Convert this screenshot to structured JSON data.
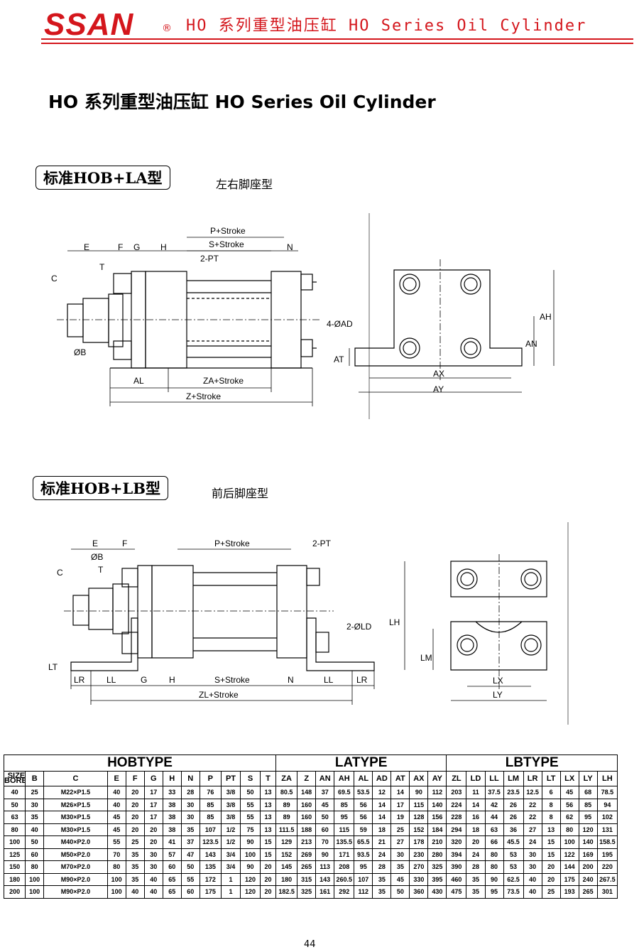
{
  "header": {
    "logo": "SSAN",
    "registered": "®",
    "title": "HO 系列重型油压缸  HO Series Oil Cylinder"
  },
  "page_title": "HO 系列重型油压缸  HO Series Oil Cylinder",
  "section_la": {
    "tag": "标准HOB+LA型",
    "subtitle": "左右脚座型"
  },
  "section_lb": {
    "tag": "标准HOB+LB型",
    "subtitle": "前后脚座型"
  },
  "diagram_la": {
    "labels": {
      "p_stroke": "P+Stroke",
      "s_stroke": "S+Stroke",
      "e": "E",
      "f": "F",
      "g": "G",
      "h": "H",
      "n": "N",
      "pt": "2-PT",
      "c": "C",
      "t": "T",
      "b": "ØB",
      "al": "AL",
      "za_stroke": "ZA+Stroke",
      "z_stroke": "Z+Stroke",
      "ad": "4-ØAD",
      "at": "AT",
      "an": "AN",
      "ah": "AH",
      "ax": "AX",
      "ay": "AY"
    }
  },
  "diagram_lb": {
    "labels": {
      "e": "E",
      "f": "F",
      "b": "ØB",
      "t": "T",
      "c": "C",
      "p_stroke": "P+Stroke",
      "pt": "2-PT",
      "ld": "2-ØLD",
      "lt": "LT",
      "lr": "LR",
      "ll": "LL",
      "g": "G",
      "h": "H",
      "s_stroke": "S+Stroke",
      "n": "N",
      "ll2": "LL",
      "lr2": "LR",
      "zl_stroke": "ZL+Stroke",
      "lh": "LH",
      "lm": "LM",
      "lx": "LX",
      "ly": "LY"
    }
  },
  "table": {
    "sections": [
      "HOBTYPE",
      "LATYPE",
      "LBTYPE"
    ],
    "size_label": "SIZE",
    "bore_label": "BORE",
    "hob_columns": [
      "B",
      "C",
      "E",
      "F",
      "G",
      "H",
      "N",
      "P",
      "PT",
      "S",
      "T"
    ],
    "la_columns": [
      "ZA",
      "Z",
      "AN",
      "AH",
      "AL",
      "AD",
      "AT",
      "AX",
      "AY"
    ],
    "lb_columns": [
      "ZL",
      "LD",
      "LL",
      "LM",
      "LR",
      "LT",
      "LX",
      "LY",
      "LH"
    ],
    "rows": [
      [
        "40",
        "25",
        "M22×P1.5",
        "40",
        "20",
        "17",
        "33",
        "28",
        "76",
        "3/8",
        "50",
        "13",
        "80.5",
        "148",
        "37",
        "69.5",
        "53.5",
        "12",
        "14",
        "90",
        "112",
        "203",
        "11",
        "37.5",
        "23.5",
        "12.5",
        "6",
        "45",
        "68",
        "78.5"
      ],
      [
        "50",
        "30",
        "M26×P1.5",
        "40",
        "20",
        "17",
        "38",
        "30",
        "85",
        "3/8",
        "55",
        "13",
        "89",
        "160",
        "45",
        "85",
        "56",
        "14",
        "17",
        "115",
        "140",
        "224",
        "14",
        "42",
        "26",
        "22",
        "8",
        "56",
        "85",
        "94"
      ],
      [
        "63",
        "35",
        "M30×P1.5",
        "45",
        "20",
        "17",
        "38",
        "30",
        "85",
        "3/8",
        "55",
        "13",
        "89",
        "160",
        "50",
        "95",
        "56",
        "14",
        "19",
        "128",
        "156",
        "228",
        "16",
        "44",
        "26",
        "22",
        "8",
        "62",
        "95",
        "102"
      ],
      [
        "80",
        "40",
        "M30×P1.5",
        "45",
        "20",
        "20",
        "38",
        "35",
        "107",
        "1/2",
        "75",
        "13",
        "111.5",
        "188",
        "60",
        "115",
        "59",
        "18",
        "25",
        "152",
        "184",
        "294",
        "18",
        "63",
        "36",
        "27",
        "13",
        "80",
        "120",
        "131"
      ],
      [
        "100",
        "50",
        "M40×P2.0",
        "55",
        "25",
        "20",
        "41",
        "37",
        "123.5",
        "1/2",
        "90",
        "15",
        "129",
        "213",
        "70",
        "135.5",
        "65.5",
        "21",
        "27",
        "178",
        "210",
        "320",
        "20",
        "66",
        "45.5",
        "24",
        "15",
        "100",
        "140",
        "158.5"
      ],
      [
        "125",
        "60",
        "M50×P2.0",
        "70",
        "35",
        "30",
        "57",
        "47",
        "143",
        "3/4",
        "100",
        "15",
        "152",
        "269",
        "90",
        "171",
        "93.5",
        "24",
        "30",
        "230",
        "280",
        "394",
        "24",
        "80",
        "53",
        "30",
        "15",
        "122",
        "169",
        "195"
      ],
      [
        "150",
        "80",
        "M70×P2.0",
        "80",
        "35",
        "30",
        "60",
        "50",
        "135",
        "3/4",
        "90",
        "20",
        "145",
        "265",
        "113",
        "208",
        "95",
        "28",
        "35",
        "270",
        "325",
        "390",
        "28",
        "80",
        "53",
        "30",
        "20",
        "144",
        "200",
        "220"
      ],
      [
        "180",
        "100",
        "M90×P2.0",
        "100",
        "35",
        "40",
        "65",
        "55",
        "172",
        "1",
        "120",
        "20",
        "180",
        "315",
        "143",
        "260.5",
        "107",
        "35",
        "45",
        "330",
        "395",
        "460",
        "35",
        "90",
        "62.5",
        "40",
        "20",
        "175",
        "240",
        "267.5"
      ],
      [
        "200",
        "100",
        "M90×P2.0",
        "100",
        "40",
        "40",
        "65",
        "60",
        "175",
        "1",
        "120",
        "20",
        "182.5",
        "325",
        "161",
        "292",
        "112",
        "35",
        "50",
        "360",
        "430",
        "475",
        "35",
        "95",
        "73.5",
        "40",
        "25",
        "193",
        "265",
        "301"
      ]
    ]
  },
  "page_number": "44",
  "colors": {
    "brand_red": "#d4161c",
    "line": "#000000"
  }
}
